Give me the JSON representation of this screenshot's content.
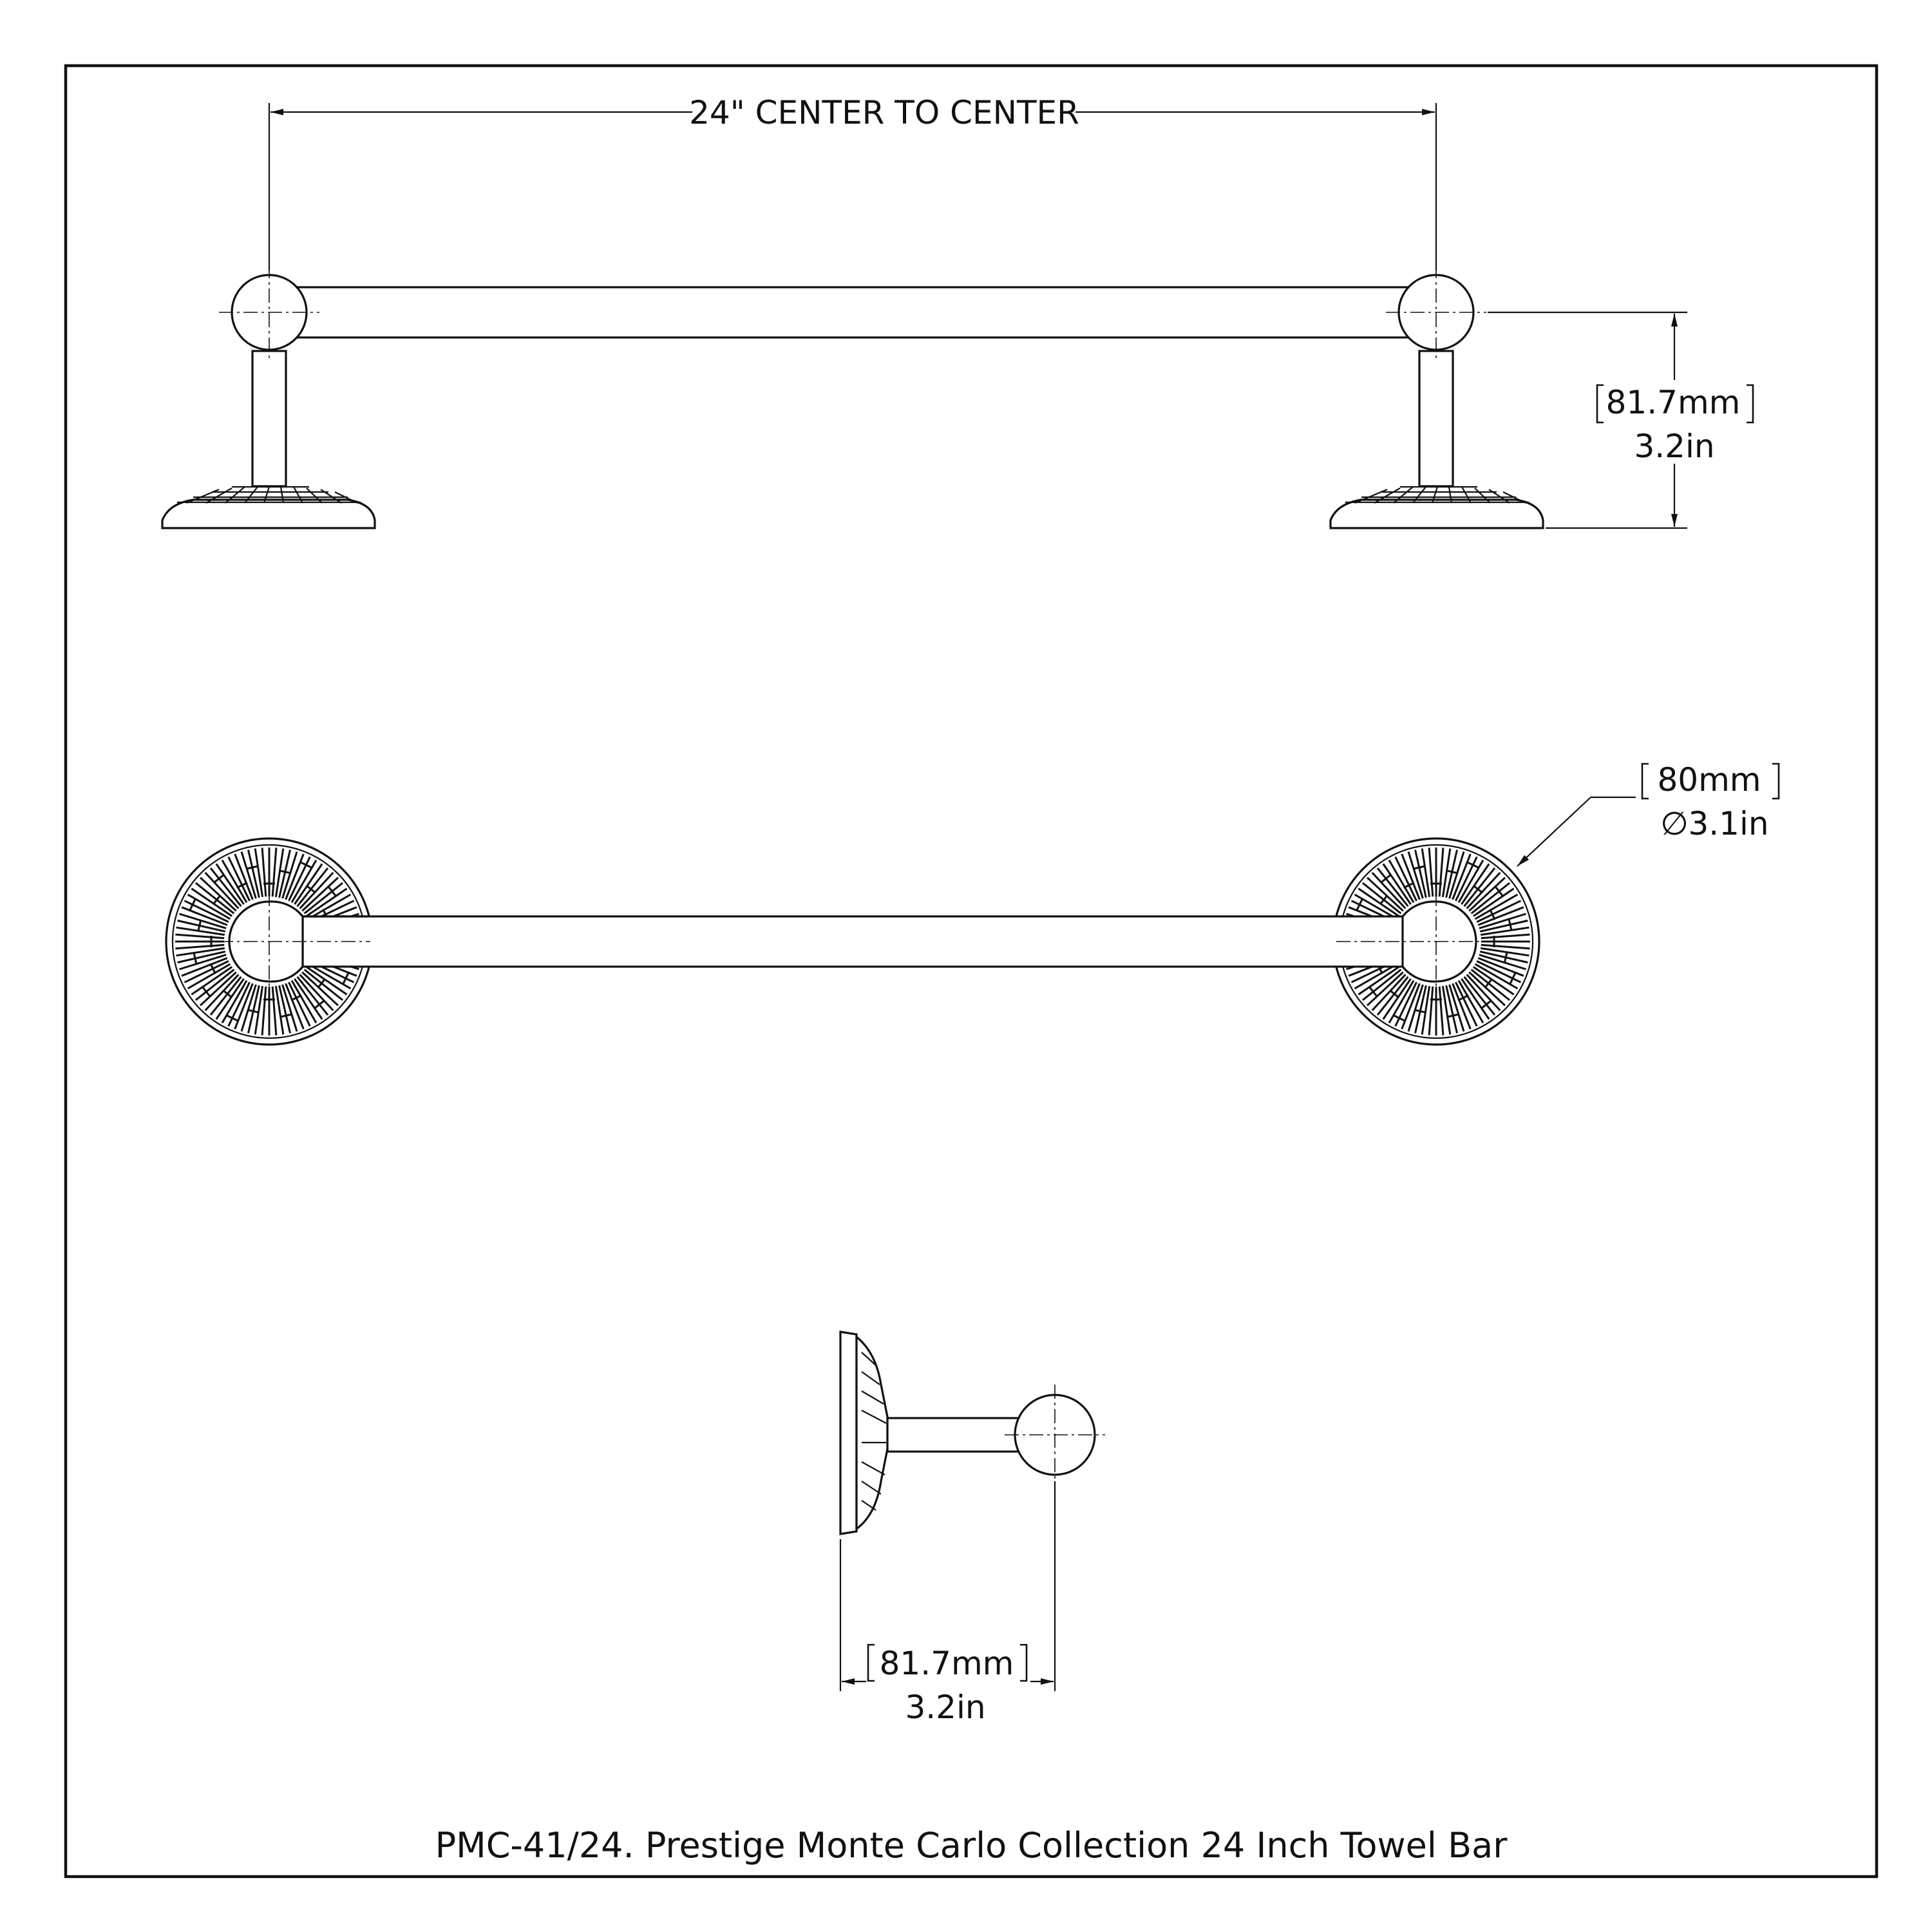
{
  "frame": {
    "border_color": "#111111",
    "background": "#ffffff"
  },
  "top_view": {
    "center_to_center_label": "24\" CENTER TO CENTER",
    "height_mm": "81.7mm",
    "height_in": "3.2in"
  },
  "front_view": {
    "diameter_mm": "80mm",
    "diameter_symbol": "∅",
    "diameter_in": "3.1in"
  },
  "side_view": {
    "projection_mm": "81.7mm",
    "projection_in": "3.2in"
  },
  "caption": "PMC-41/24. Prestige Monte Carlo Collection 24 Inch Towel Bar"
}
